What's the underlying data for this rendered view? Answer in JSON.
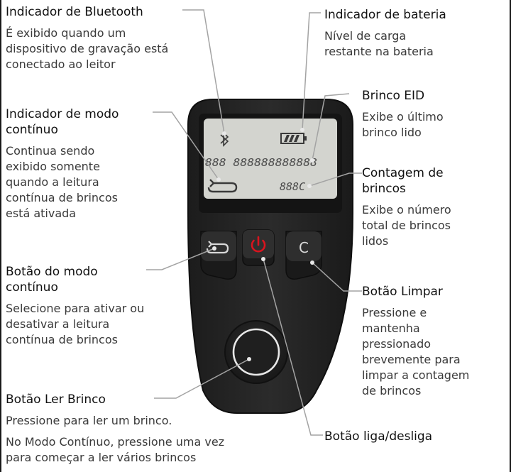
{
  "callouts": {
    "bluetooth": {
      "title": "Indicador de Bluetooth",
      "desc": [
        "É exibido quando um dispositivo de gravação está conectado ao leitor"
      ]
    },
    "battery": {
      "title": "Indicador de bateria",
      "desc": [
        "Nível de carga restante na bateria"
      ]
    },
    "continuous_indicator": {
      "title": "Indicador de modo contínuo",
      "desc": [
        "Continua sendo exibido somente quando a leitura contínua de brincos está ativada"
      ]
    },
    "eid_tag": {
      "title": "Brinco EID",
      "desc": [
        "Exibe o último brinco lido"
      ]
    },
    "tag_count": {
      "title": "Contagem de brincos",
      "desc": [
        "Exibe o número total de brincos lidos"
      ]
    },
    "continuous_button": {
      "title": "Botão do modo contínuo",
      "desc": [
        "Selecione para ativar ou desativar a leitura contínua de brincos"
      ]
    },
    "clear_button": {
      "title": "Botão Limpar",
      "desc": [
        "Pressione e mantenha pressionado brevemente para limpar a contagem de brincos"
      ]
    },
    "read_button": {
      "title": "Botão Ler Brinco",
      "desc": [
        "Pressione para ler um brinco.",
        "No Modo Contínuo, pressione uma vez para começar a ler vários brincos"
      ]
    },
    "power_button": {
      "title": "Botão liga/desliga",
      "desc": []
    }
  },
  "display": {
    "eid_digits": "888 888888888888",
    "count_digits": "888C"
  },
  "buttons": {
    "clear_glyph": "C"
  },
  "colors": {
    "body": "#262626",
    "lcd": "#d3d4cf",
    "leader": "#a3a3a3",
    "power": "#d9141e"
  },
  "icons": {
    "bluetooth": "bluetooth-icon",
    "battery": "battery-icon",
    "continuous": "loop-icon",
    "power": "power-icon"
  }
}
